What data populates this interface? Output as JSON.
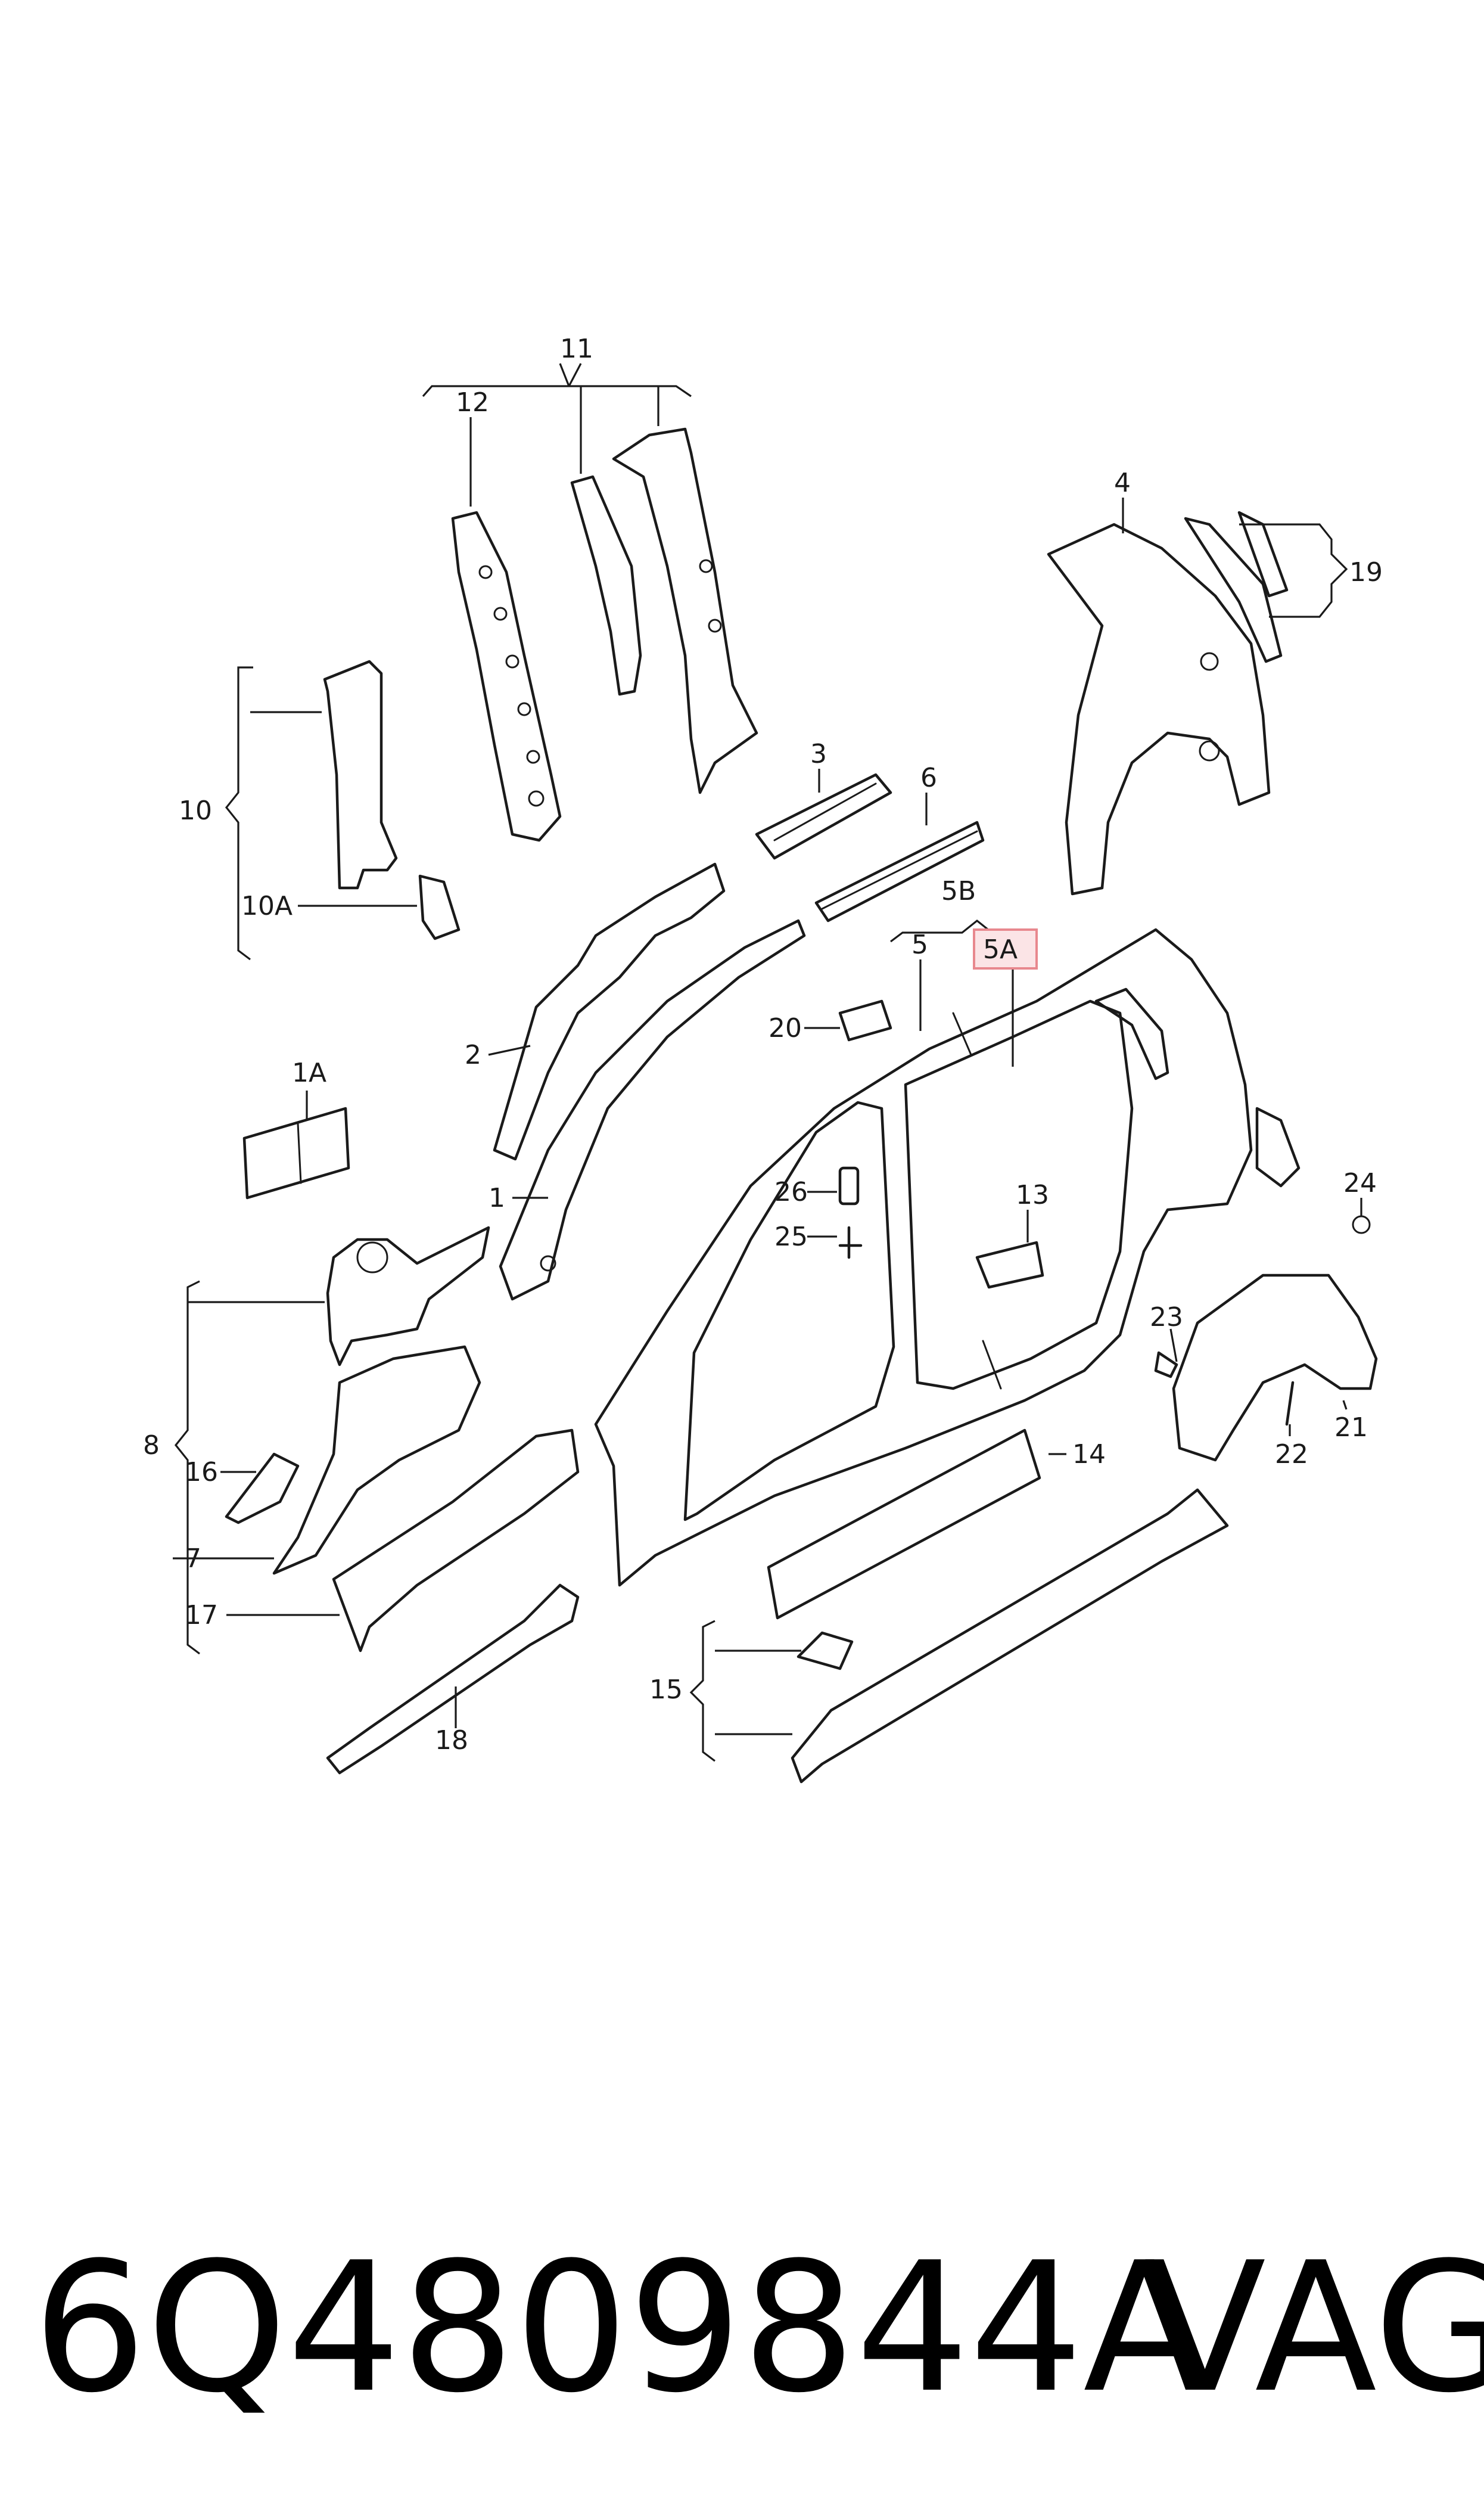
{
  "part_number": "6Q4809844A",
  "brand": "VAG",
  "highlight_color": "#e8888e",
  "labels": {
    "l1": "1",
    "l1a": "1A",
    "l2": "2",
    "l3": "3",
    "l4": "4",
    "l5": "5",
    "l5a": "5A",
    "l5b": "5B",
    "l6": "6",
    "l7": "7",
    "l8": "8",
    "l10": "10",
    "l10a": "10A",
    "l11": "11",
    "l12": "12",
    "l13": "13",
    "l14": "14",
    "l15": "15",
    "l16": "16",
    "l17": "17",
    "l18": "18",
    "l19": "19",
    "l20": "20",
    "l21": "21",
    "l22": "22",
    "l23": "23",
    "l24": "24",
    "l25": "25",
    "l26": "26"
  }
}
